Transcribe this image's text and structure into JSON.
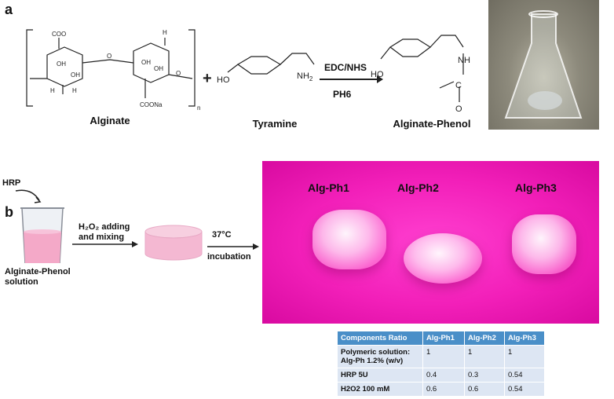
{
  "panel_a": {
    "label": "a",
    "alginate_caption": "Alginate",
    "tyramine_caption": "Tyramine",
    "product_caption": "Alginate-Phenol",
    "reagent_top": "EDC/NHS",
    "reagent_bottom": "PH6",
    "plus": "+",
    "atoms": {
      "coo_minus": "COO",
      "oh": "OH",
      "h": "H",
      "o": "O",
      "coona": "COONa",
      "n": "n",
      "ho": "HO",
      "nh2": "NH",
      "nh2_sub": "2",
      "nh": "NH",
      "c": "C"
    }
  },
  "panel_b": {
    "label": "b",
    "hrp": "HRP",
    "beaker_caption_1": "Alginate-Phenol",
    "beaker_caption_2": "solution",
    "step1_line1": "H₂O₂ adding",
    "step1_line2": "and mixing",
    "step2_line1": "37°C",
    "step2_line2": "incubation",
    "gel_labels": [
      "Alg-Ph1",
      "Alg-Ph2",
      "Alg-Ph3"
    ]
  },
  "table": {
    "headers": [
      "Components Ratio",
      "Alg-Ph1",
      "Alg-Ph2",
      "Alg-Ph3"
    ],
    "rows": [
      {
        "label_1": "Polymeric solution:",
        "label_2": "Alg-Ph 1.2% (w/v)",
        "values": [
          "1",
          "1",
          "1"
        ]
      },
      {
        "label_1": "HRP 5U",
        "label_2": "",
        "values": [
          "0.4",
          "0.3",
          "0.54"
        ]
      },
      {
        "label_1": "H2O2  100 mM",
        "label_2": "",
        "values": [
          "0.6",
          "0.6",
          "0.54"
        ]
      }
    ]
  },
  "colors": {
    "magenta_bg": "#f21fb9",
    "table_header": "#4a8fc8",
    "table_cell": "#dde6f3",
    "solution_pink": "#f4a9c8"
  }
}
